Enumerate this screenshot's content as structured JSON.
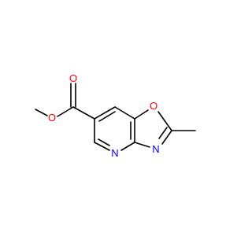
{
  "atoms": {
    "o_ester": {
      "label": "O",
      "color": "#ff0000"
    },
    "o_carbonyl": {
      "label": "O",
      "color": "#ff0000"
    },
    "o_ring": {
      "label": "O",
      "color": "#ff0000"
    },
    "n_ring_oxazole": {
      "label": "N",
      "color": "#0000ff"
    },
    "n_ring_pyridine": {
      "label": "N",
      "color": "#0000ff"
    }
  },
  "bond_color": "#000000"
}
